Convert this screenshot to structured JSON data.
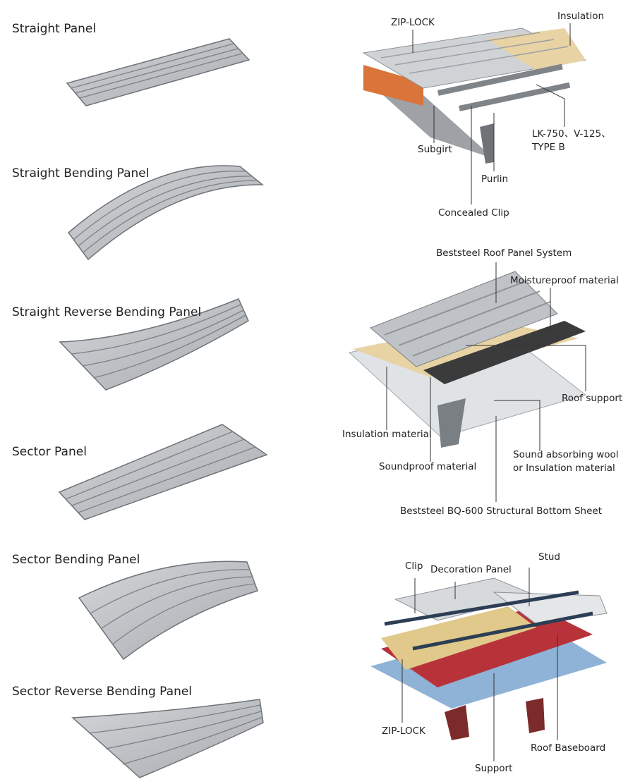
{
  "panel_types": [
    {
      "name": "Straight Panel"
    },
    {
      "name": "Straight Bending Panel"
    },
    {
      "name": "Straight Reverse Bending Panel"
    },
    {
      "name": "Sector Panel"
    },
    {
      "name": "Sector Bending Panel"
    },
    {
      "name": "Sector Reverse Bending Panel"
    }
  ],
  "diagram1": {
    "zip_lock": "ZIP-LOCK",
    "insulation": "Insulation",
    "types_line1": "LK-750、V-125、",
    "types_line2": "TYPE B",
    "subgirt": "Subgirt",
    "purlin": "Purlin",
    "concealed_clip": "Concealed Clip"
  },
  "diagram2": {
    "system": "Beststeel Roof Panel System",
    "moistureproof": "Moistureproof material",
    "roof_support": "Roof support",
    "insulation": "Insulation material",
    "soundproof": "Soundproof material",
    "sound_wool_line1": "Sound absorbing wool",
    "sound_wool_line2": "or Insulation material",
    "bottom_sheet": "Beststeel BQ-600 Structural Bottom Sheet"
  },
  "diagram3": {
    "clip": "Clip",
    "decoration_panel": "Decoration Panel",
    "stud": "Stud",
    "zip_lock": "ZIP-LOCK",
    "roof_baseboard": "Roof Baseboard",
    "support": "Support"
  },
  "colors": {
    "panel": "#b9bcc0",
    "panel_dark": "#8e9296",
    "orange": "#d9743a",
    "insulation": "#e8d3a4",
    "membrane": "#3b3b3b",
    "red": "#b8323a",
    "blue": "#8fb3d6"
  }
}
